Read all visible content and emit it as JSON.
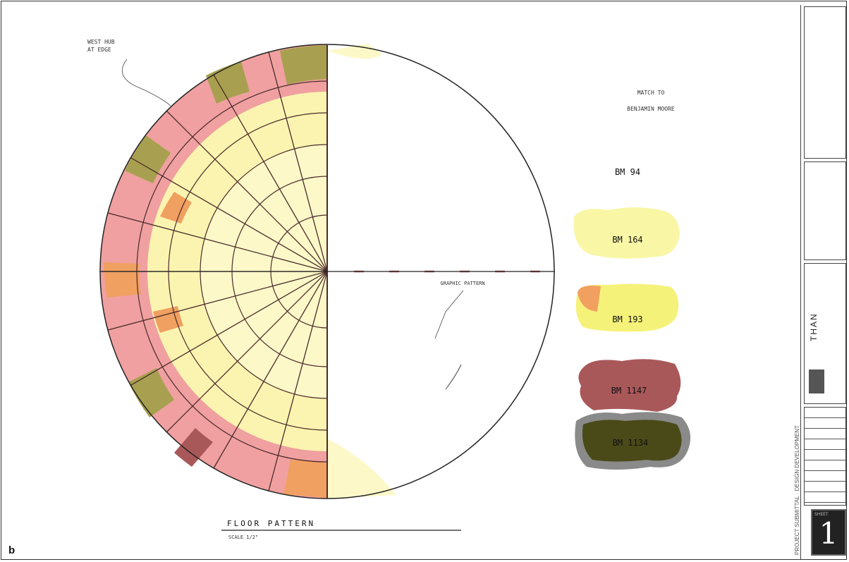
{
  "panel": {
    "label": "b"
  },
  "annotations": {
    "leader_note": "WEST HUB\nAT EDGE",
    "match_note_line1": "MATCH TO",
    "match_note_line2": "BENJAMIN MOORE",
    "center_note": "GRAPHIC PATTERN"
  },
  "swatches": [
    {
      "code": "BM 94",
      "color": "#ffffff"
    },
    {
      "code": "BM 164",
      "color": "#f9f6a6"
    },
    {
      "code": "BM 193",
      "color": "#f5f27a",
      "accent": "#f2a060"
    },
    {
      "code": "BM 1147",
      "color": "#a9585a"
    },
    {
      "code": "BM 1134",
      "color": "#4a4a18",
      "edge": "#8a8a8a"
    }
  ],
  "drawing_title": {
    "title": "FLOOR PATTERN",
    "scale": "SCALE 1/2\""
  },
  "palette": {
    "pink": "#f0a0a0",
    "olive": "#a8a050",
    "orange": "#f0a060",
    "yellow": "#fbf4b0",
    "cream": "#fdf8c8",
    "line": "#4a2a2a"
  },
  "title_block": {
    "vertical_note": "PROJECT SUBMITTAL · DESIGN DEVELOPMENT",
    "project_name": "THAN",
    "sheet_label": "SHEET",
    "sheet_number": "1"
  }
}
